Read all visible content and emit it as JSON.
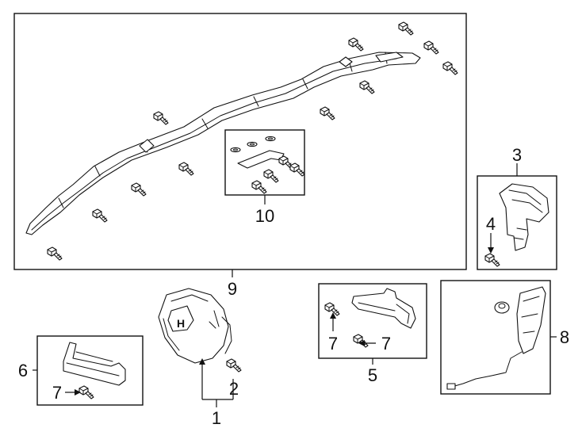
{
  "callouts": {
    "c1": "1",
    "c2": "2",
    "c3": "3",
    "c4": "4",
    "c5": "5",
    "c6": "6",
    "c7a": "7",
    "c7b": "7",
    "c7c": "7",
    "c8": "8",
    "c9": "9",
    "c10": "10"
  },
  "icons": {
    "bolt": "bolt-icon",
    "clip": "clip-icon",
    "grommet": "grommet-icon"
  }
}
